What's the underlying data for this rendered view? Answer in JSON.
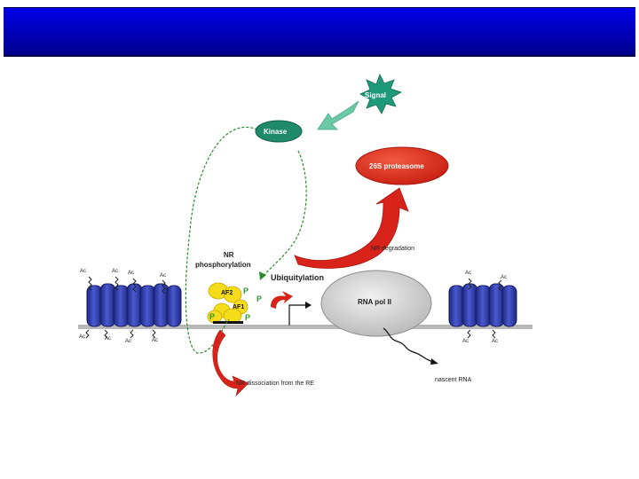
{
  "slide": {
    "title": ""
  },
  "diagram": {
    "signal_label": "Signal",
    "kinase_label": "Kinase",
    "proteasome_label": "26S proteasome",
    "nr_degradation_label": "NR degradation",
    "nr_phosphorylation_line1": "NR",
    "nr_phosphorylation_line2": "phosphorylation",
    "ubiquitylation_label": "Ubiquitylation",
    "rna_pol_label": "RNA pol II",
    "af2_label": "AF2",
    "af1_label": "AF1",
    "phospho_mark": "P",
    "nr_dissociation_label": "NR dissociation from the RE",
    "nascent_rna_label": "nascent RNA",
    "acetyl_label": "Ac"
  },
  "colors": {
    "title_bar": "#0000d0",
    "kinase": "#1e8a6a",
    "signal": "#1e9a78",
    "signal_arrow": "#6cc9a6",
    "proteasome": "#dd2a1c",
    "red_arrow": "#d8231a",
    "dashed_line": "#2a8a2a",
    "nucleosome": "#2b3a9e",
    "nr_yellow": "#f4dc1a",
    "rna_pol": "#d0d0d0",
    "dna": "#b8b8b8"
  }
}
